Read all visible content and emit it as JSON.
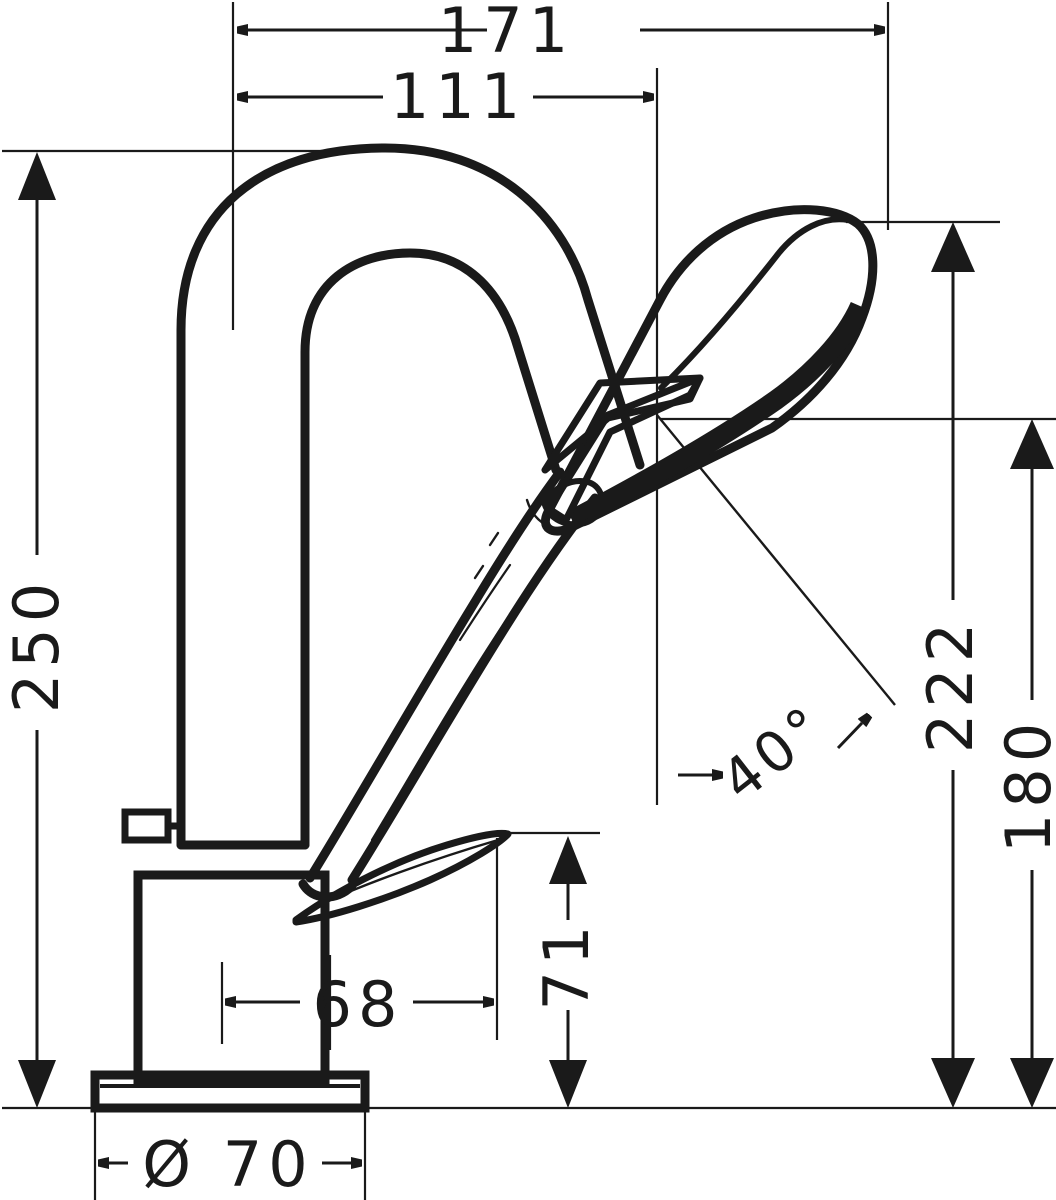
{
  "drawing": {
    "type": "technical-dimension-drawing",
    "subject": "single-lever basin mixer with pull-out handshower",
    "units": "mm",
    "background_color": "#ffffff",
    "line_color": "#1a1a1a",
    "dimensions": {
      "width_total": "171",
      "width_spout": "111",
      "height_total": "250",
      "height_shower_top": "222",
      "height_spout_outlet": "180",
      "height_handle": "71",
      "width_body": "68",
      "diameter_base": "Ø 70",
      "angle_shower": "40°"
    },
    "labels": {
      "d171": "171",
      "d111": "111",
      "d250": "250",
      "d222": "222",
      "d180": "180",
      "d71": "71",
      "d68": "68",
      "d70": "Ø 70",
      "angle40": "40°"
    }
  }
}
